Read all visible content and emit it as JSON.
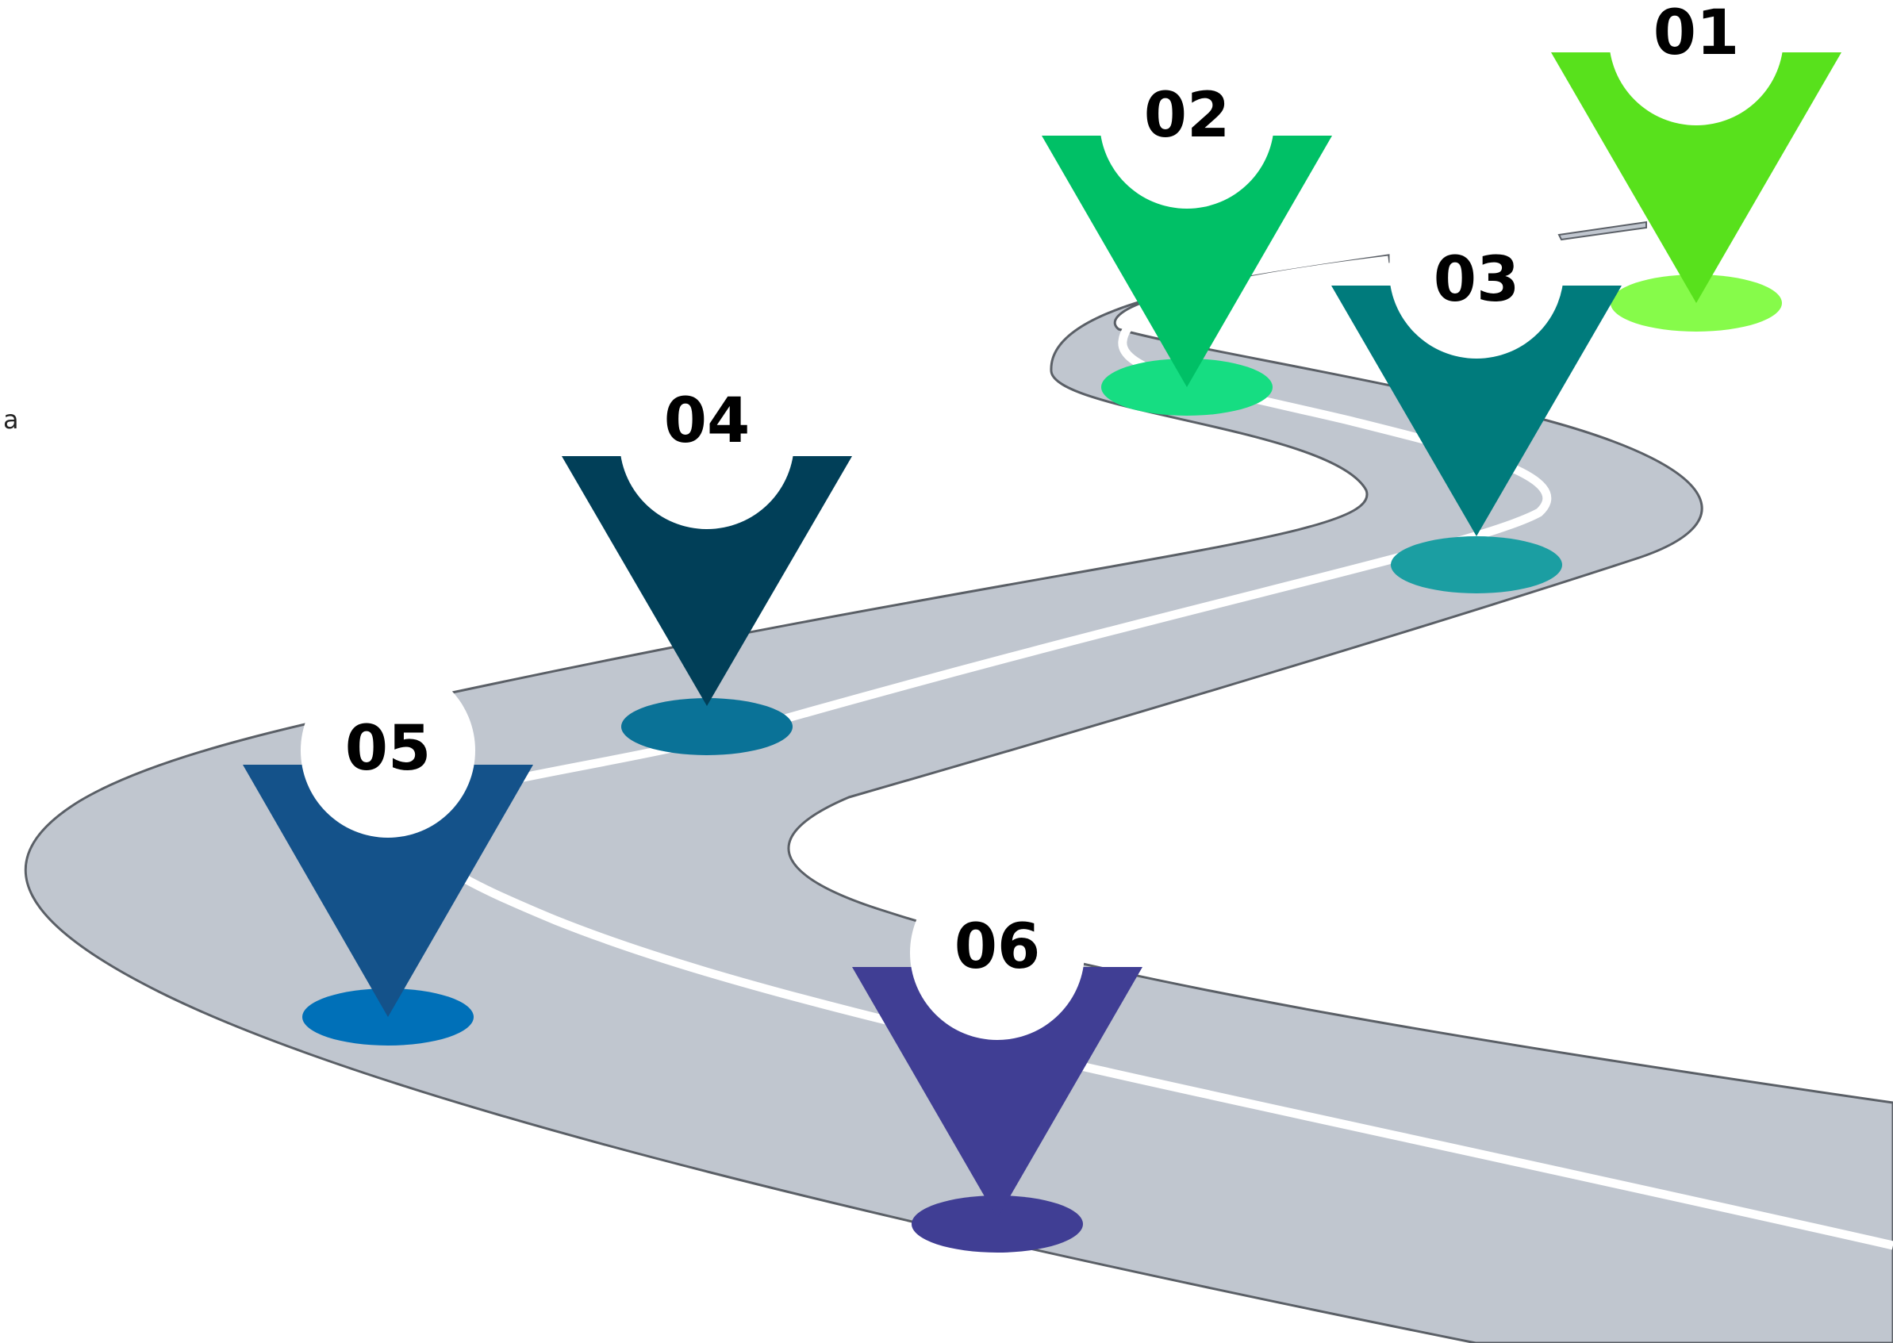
{
  "stray_label": "a",
  "road": {
    "fill": "#c0c6cf",
    "edge": "#5a5f66",
    "lane_line": "#ffffff"
  },
  "milestones": [
    {
      "number": "01",
      "color": "#58e11c",
      "base_color": "#86fb4a"
    },
    {
      "number": "02",
      "color": "#00c066",
      "base_color": "#16dd82"
    },
    {
      "number": "03",
      "color": "#007b7c",
      "base_color": "#1b9ea2"
    },
    {
      "number": "04",
      "color": "#013f58",
      "base_color": "#0a7297"
    },
    {
      "number": "05",
      "color": "#14528a",
      "base_color": "#0070b8"
    },
    {
      "number": "06",
      "color": "#403e94",
      "base_color": "#403e94"
    }
  ]
}
